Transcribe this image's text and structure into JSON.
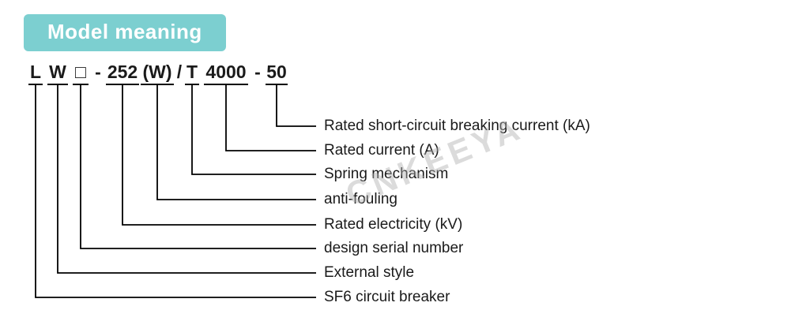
{
  "header": {
    "title": "Model meaning"
  },
  "watermark": "CNKEEYA",
  "model_code": {
    "segments": [
      "L",
      "W",
      "□",
      "-",
      "252",
      "(W)",
      "/",
      "T",
      "4000",
      "-",
      "50"
    ]
  },
  "labels": [
    {
      "code": "50",
      "text": "Rated short-circuit breaking current (kA)"
    },
    {
      "code": "4000",
      "text": "Rated current (A)"
    },
    {
      "code": "T",
      "text": "Spring mechanism"
    },
    {
      "code": "(W)",
      "text": "anti-fouling"
    },
    {
      "code": "252",
      "text": "Rated electricity (kV)"
    },
    {
      "code": "□",
      "text": "design serial number"
    },
    {
      "code": "W",
      "text": "External style"
    },
    {
      "code": "L",
      "text": "SF6 circuit breaker"
    }
  ],
  "colors": {
    "header_bg": "#7ccfd0",
    "line": "#000000",
    "watermark": "#afafaf"
  }
}
